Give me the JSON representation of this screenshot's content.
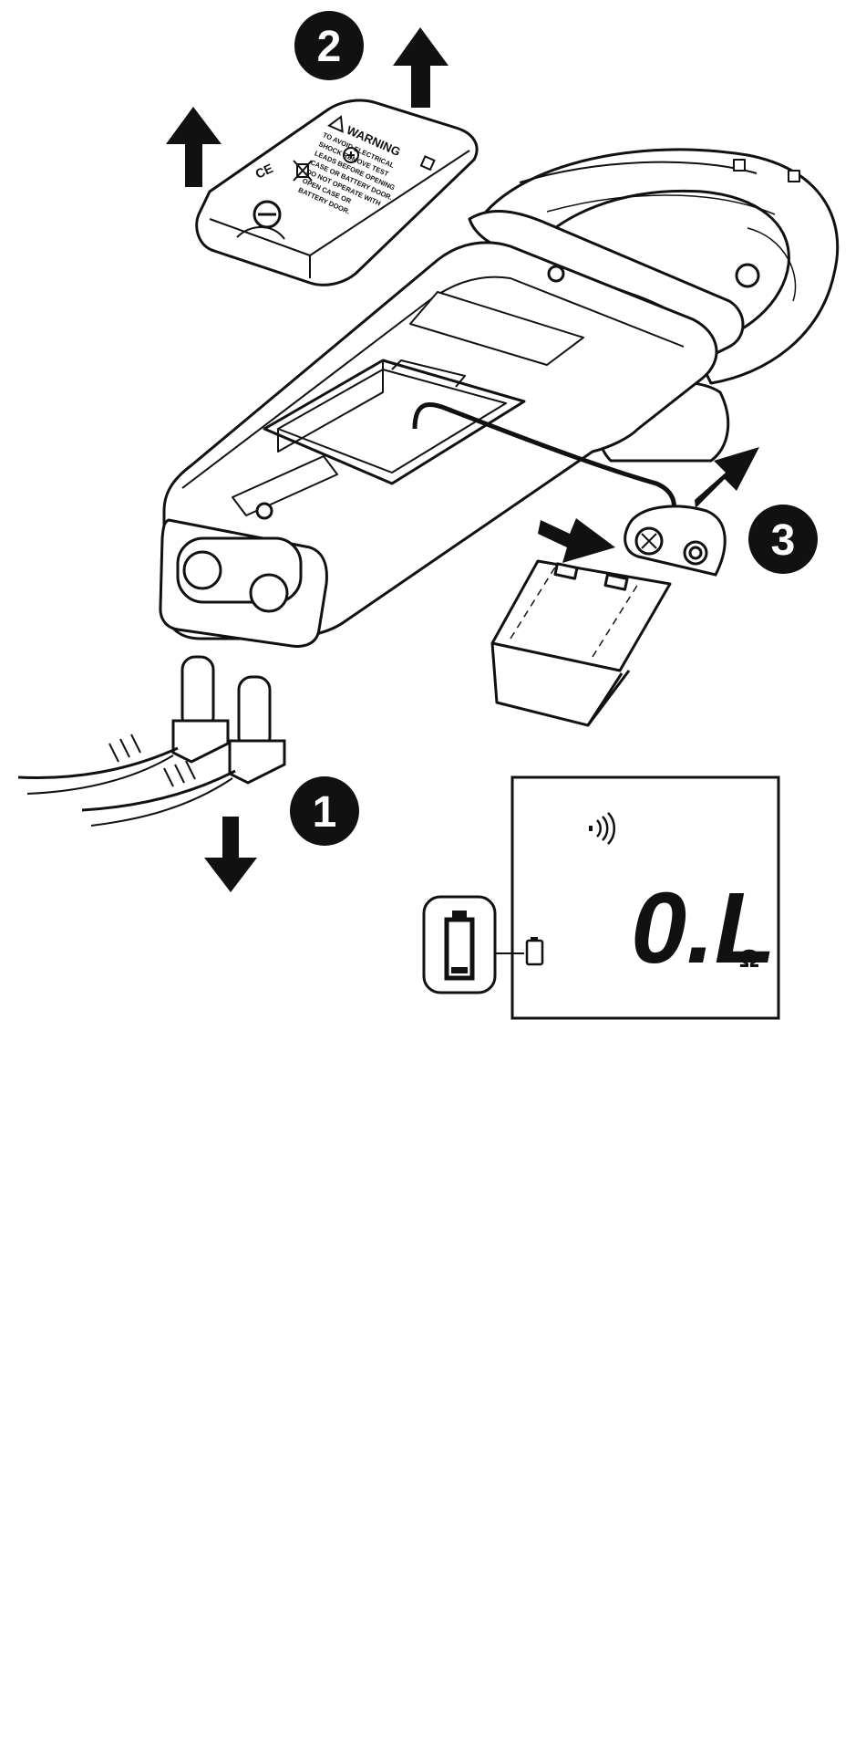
{
  "steps": {
    "step1": "1",
    "step2": "2",
    "step3": "3"
  },
  "battery_cover": {
    "warning_title": "WARNING",
    "warning_lines": [
      "TO AVOID ELECTRICAL",
      "SHOCK REMOVE TEST",
      "LEADS BEFORE OPENING",
      "CASE OR BATTERY DOOR.",
      "DO NOT OPERATE WITH",
      "OPEN CASE OR",
      "BATTERY DOOR."
    ],
    "ce_mark": "CE"
  },
  "lcd": {
    "reading": "0.L",
    "unit": "Ω",
    "continuity_icon": "continuity-sound-icon",
    "battery_icon": "low-battery-icon"
  },
  "colors": {
    "stroke": "#111111",
    "fill": "#ffffff",
    "badge": "#111111"
  }
}
